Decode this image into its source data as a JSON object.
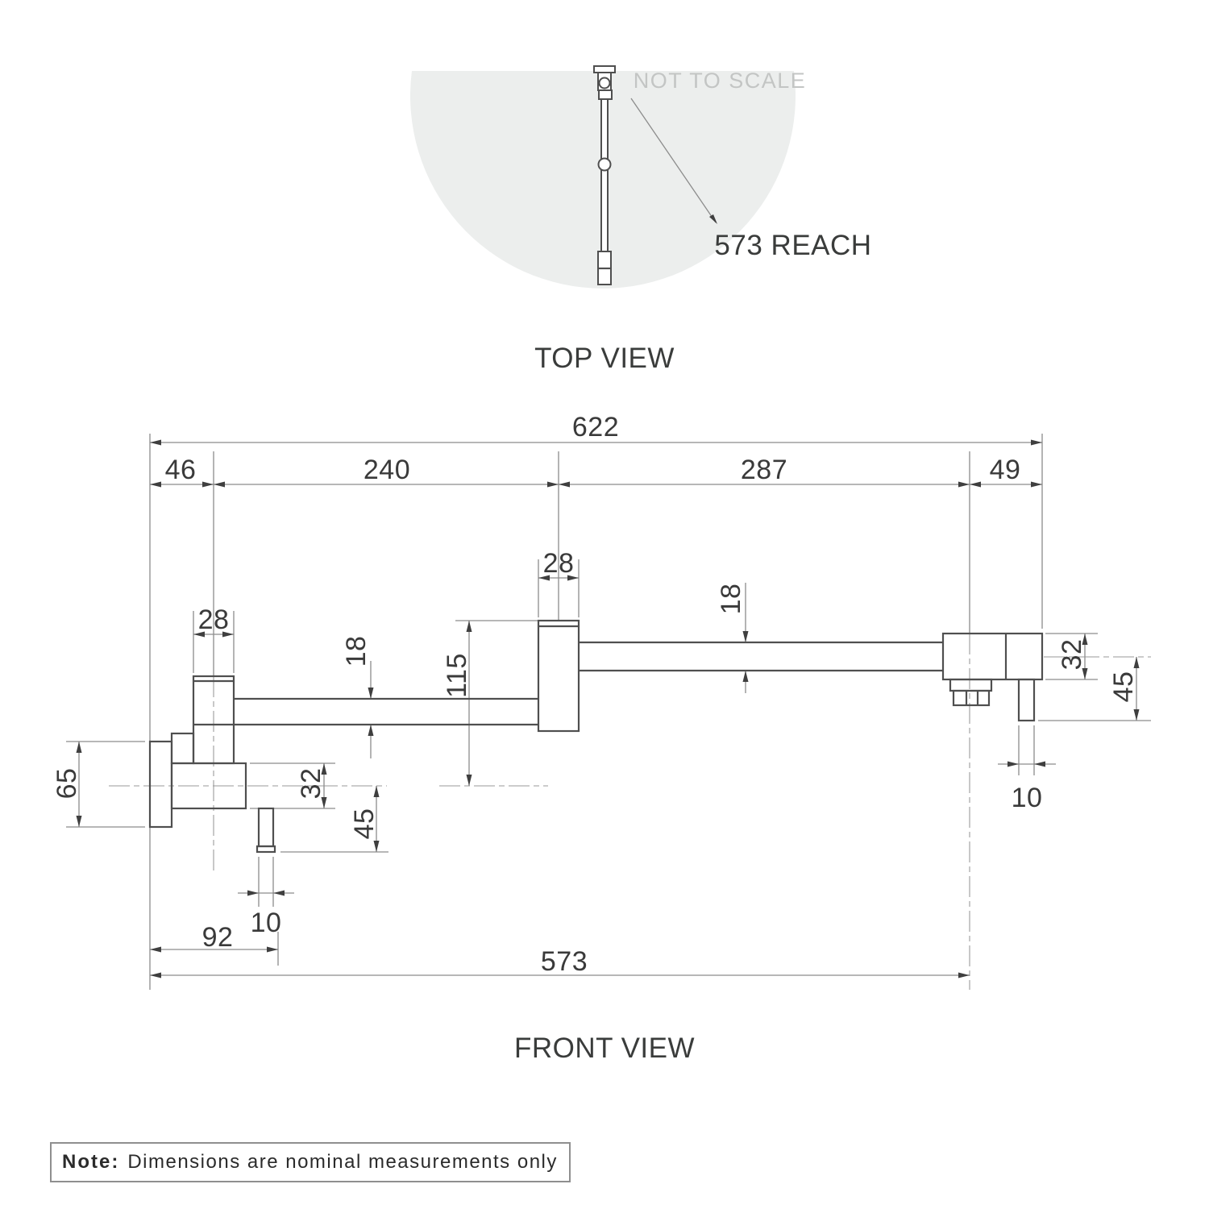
{
  "colors": {
    "background": "#ffffff",
    "outline": "#4f4f4f",
    "dimension_line": "#8c8c8c",
    "text": "#3a3a3a",
    "muted_text": "#c3c5c4",
    "spray_zone_fill": "#eceeed",
    "note_border": "#8f8f8f"
  },
  "top_view": {
    "title": "TOP VIEW",
    "watermark": "NOT TO SCALE",
    "reach_callout": "573 REACH"
  },
  "front_view": {
    "title": "FRONT VIEW",
    "dims": {
      "overall_width": "622",
      "wall_to_riser_center": "46",
      "riser_to_elbow": "240",
      "elbow_to_outlet": "287",
      "outlet_to_end": "49",
      "riser_width": "28",
      "elbow_width": "28",
      "arm1_pipe": "18",
      "arm2_pipe": "18",
      "elbow_drop": "115",
      "flange_height": "65",
      "left_body_height": "32",
      "left_handle_drop": "45",
      "left_handle_dia": "10",
      "wall_to_handle": "92",
      "reach": "573",
      "right_body_height": "32",
      "right_handle_drop": "45",
      "right_handle_dia": "10"
    }
  },
  "note": {
    "prefix": "Note:",
    "body": "Dimensions are nominal measurements only"
  }
}
